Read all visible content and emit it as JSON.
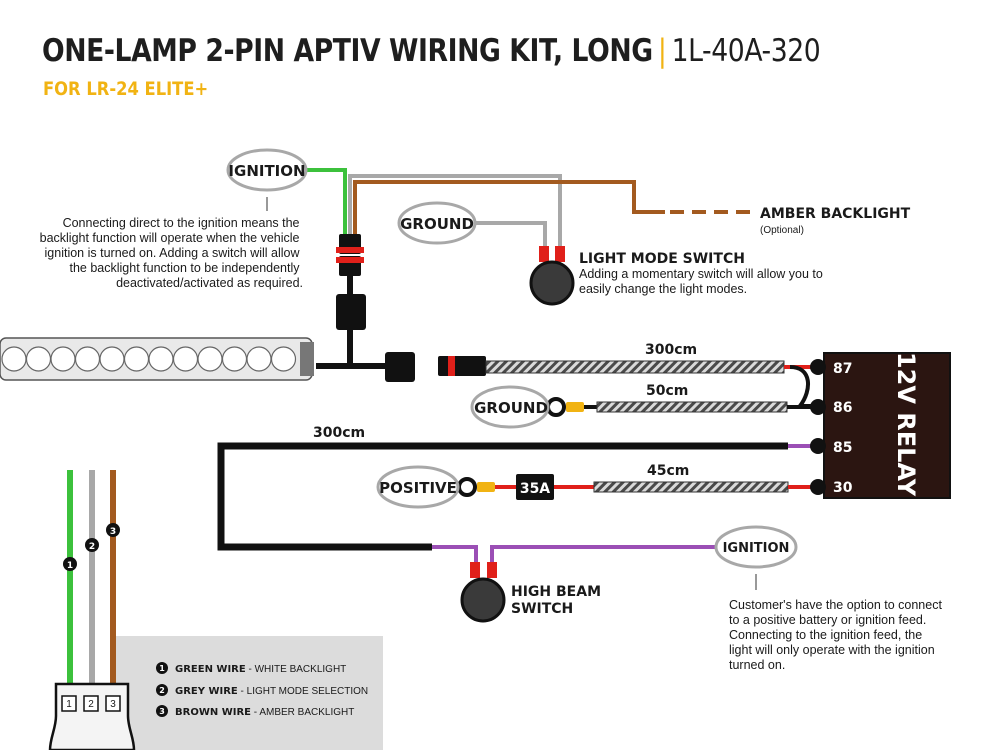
{
  "title": "ONE-LAMP 2-PIN APTIV WIRING KIT, LONG",
  "title_separator": "|",
  "product_code": "1L-40A-320",
  "subtitle": "FOR LR-24 ELITE+",
  "labels": {
    "ignition_top": "IGNITION",
    "ground_top": "GROUND",
    "amber_backlight": "AMBER BACKLIGHT",
    "amber_optional": "(Optional)",
    "light_mode_switch": "LIGHT MODE SWITCH",
    "ground_relay": "GROUND",
    "positive": "POSITIVE",
    "fuse": "35A",
    "ignition_bottom": "IGNITION",
    "high_beam_line1": "HIGH BEAM",
    "high_beam_line2": "SWITCH",
    "relay": "12V RELAY"
  },
  "wire_lengths": {
    "main_harness": "300cm",
    "ground_lead": "50cm",
    "switch_loop": "300cm",
    "positive_lead": "45cm"
  },
  "relay_pins": [
    "87",
    "86",
    "85",
    "30"
  ],
  "notes": {
    "ignition_top": [
      "Connecting direct to the ignition means the",
      "backlight function will operate when the vehicle",
      "ignition is turned on. Adding a switch will allow",
      "the backlight function to be independently",
      "deactivated/activated as required."
    ],
    "light_mode": [
      "Adding a momentary switch will allow you to",
      "easily change the light modes."
    ],
    "ignition_bottom": [
      "Customer's have the option to connect",
      "to a positive battery or ignition feed.",
      "Connecting to the ignition feed, the",
      "light will only operate with the ignition",
      "turned on."
    ]
  },
  "legend": [
    {
      "num": "1",
      "wire": "GREEN WIRE",
      "desc": "WHITE BACKLIGHT"
    },
    {
      "num": "2",
      "wire": "GREY WIRE",
      "desc": "LIGHT MODE SELECTION"
    },
    {
      "num": "3",
      "wire": "BROWN WIRE",
      "desc": "AMBER BACKLIGHT"
    }
  ],
  "connector_pins": [
    "1",
    "2",
    "3"
  ],
  "colors": {
    "accent": "#f1b313",
    "green_wire": "#3cc13c",
    "grey_wire": "#a8a8a8",
    "brown_wire": "#a35a1f",
    "purple_wire": "#9b4fb5",
    "red_wire": "#e0201a",
    "relay_body": "#2b1511",
    "legend_panel": "#dcdcdc"
  },
  "icons": [
    "light-bar",
    "toggle-switch",
    "ring-terminal",
    "fuse",
    "relay",
    "connector"
  ]
}
